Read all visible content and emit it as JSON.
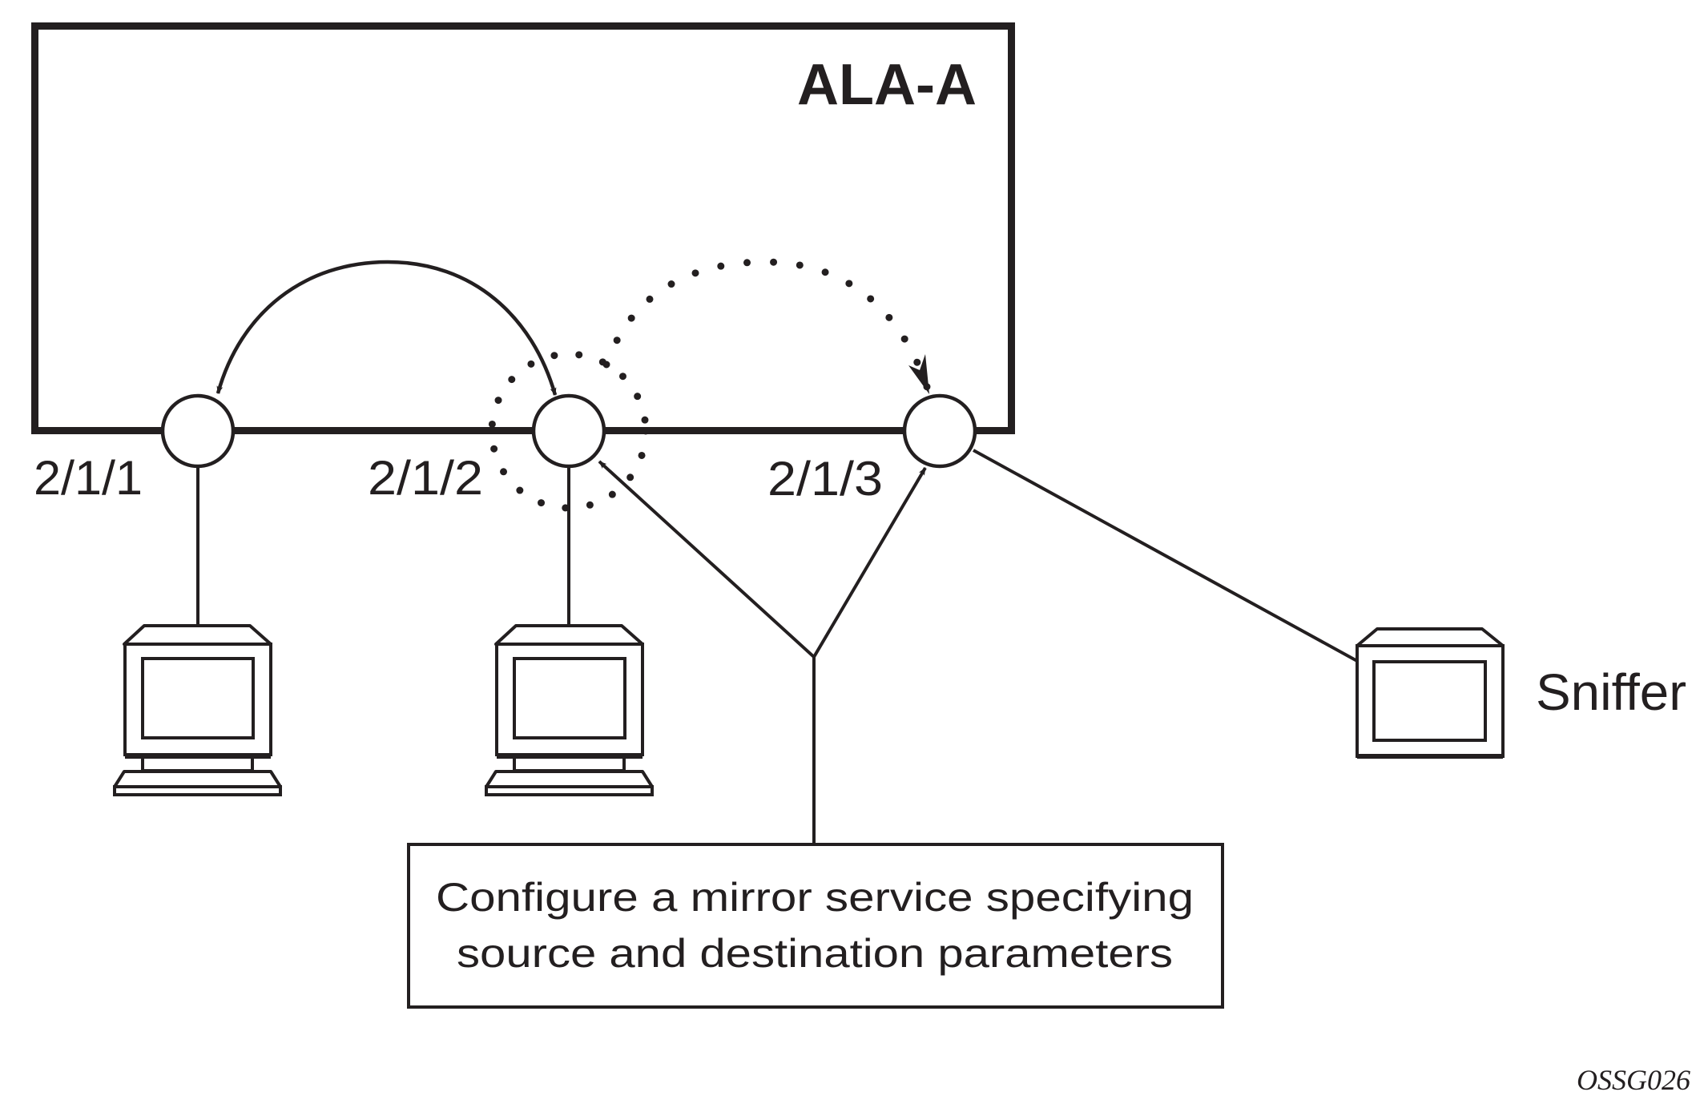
{
  "router": {
    "name": "ALA-A"
  },
  "ports": [
    {
      "id": "2/1/1",
      "label": "2/1/1",
      "role": "source-port"
    },
    {
      "id": "2/1/2",
      "label": "2/1/2",
      "role": "mirrored-port"
    },
    {
      "id": "2/1/3",
      "label": "2/1/3",
      "role": "mirror-destination-port"
    }
  ],
  "devices": [
    {
      "type": "computer-icon",
      "attached_port": "2/1/1",
      "label": ""
    },
    {
      "type": "computer-icon",
      "attached_port": "2/1/2",
      "label": ""
    },
    {
      "type": "sniffer-monitor-icon",
      "attached_port": "2/1/3",
      "label": "Sniffer"
    }
  ],
  "flows": [
    {
      "from": "2/1/1",
      "to": "2/1/2",
      "style": "solid",
      "bidirectional": true,
      "meaning": "traffic"
    },
    {
      "from": "2/1/2",
      "to": "2/1/3",
      "style": "dotted",
      "bidirectional": false,
      "meaning": "mirrored traffic"
    }
  ],
  "callout": {
    "line1": "Configure a mirror service specifying",
    "line2": "source and destination parameters",
    "points_to": [
      "2/1/2",
      "2/1/3"
    ]
  },
  "figure_id": "OSSG026",
  "colors": {
    "ink": "#231f20",
    "background": "#ffffff"
  }
}
